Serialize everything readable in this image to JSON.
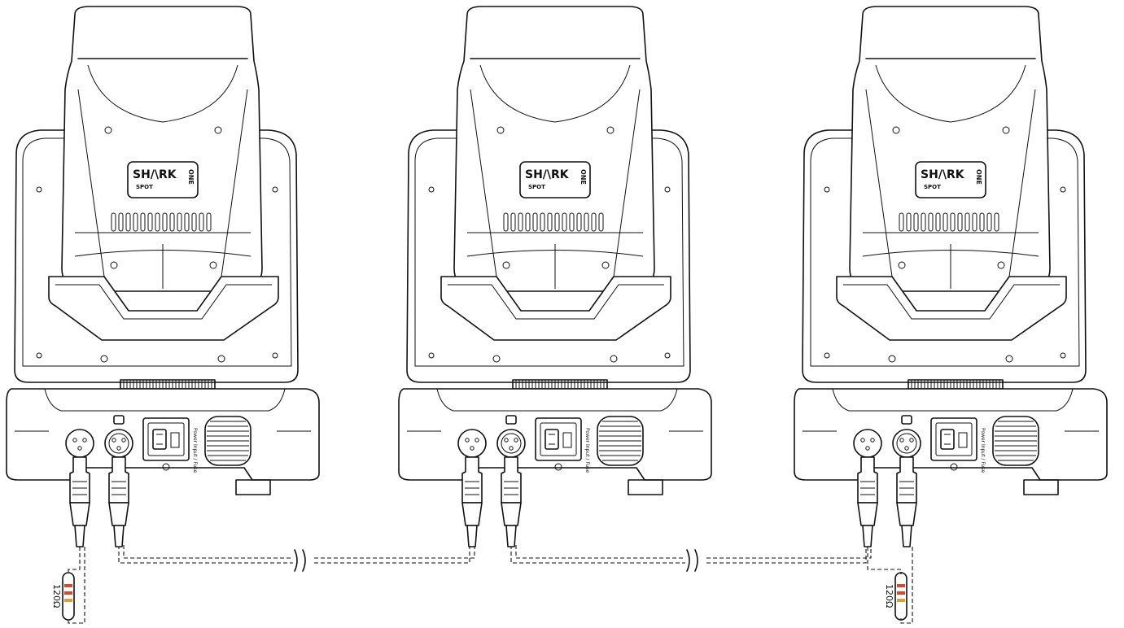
{
  "fixtures": [
    {
      "logo_main": "SH/\\RK",
      "logo_sub": "SPOT",
      "logo_side": "ONE",
      "power_label": "Power Input / Fuse"
    },
    {
      "logo_main": "SH/\\RK",
      "logo_sub": "SPOT",
      "logo_side": "ONE",
      "power_label": "Power Input / Fuse"
    },
    {
      "logo_main": "SH/\\RK",
      "logo_sub": "SPOT",
      "logo_side": "ONE",
      "power_label": "Power Input / Fuse"
    }
  ],
  "terminators": [
    {
      "label": "120Ω",
      "band_colors": [
        "#d9482b",
        "#d9482b",
        "#e89a2c"
      ]
    },
    {
      "label": "120Ω",
      "band_colors": [
        "#d9482b",
        "#d9482b",
        "#e89a2c"
      ]
    }
  ]
}
